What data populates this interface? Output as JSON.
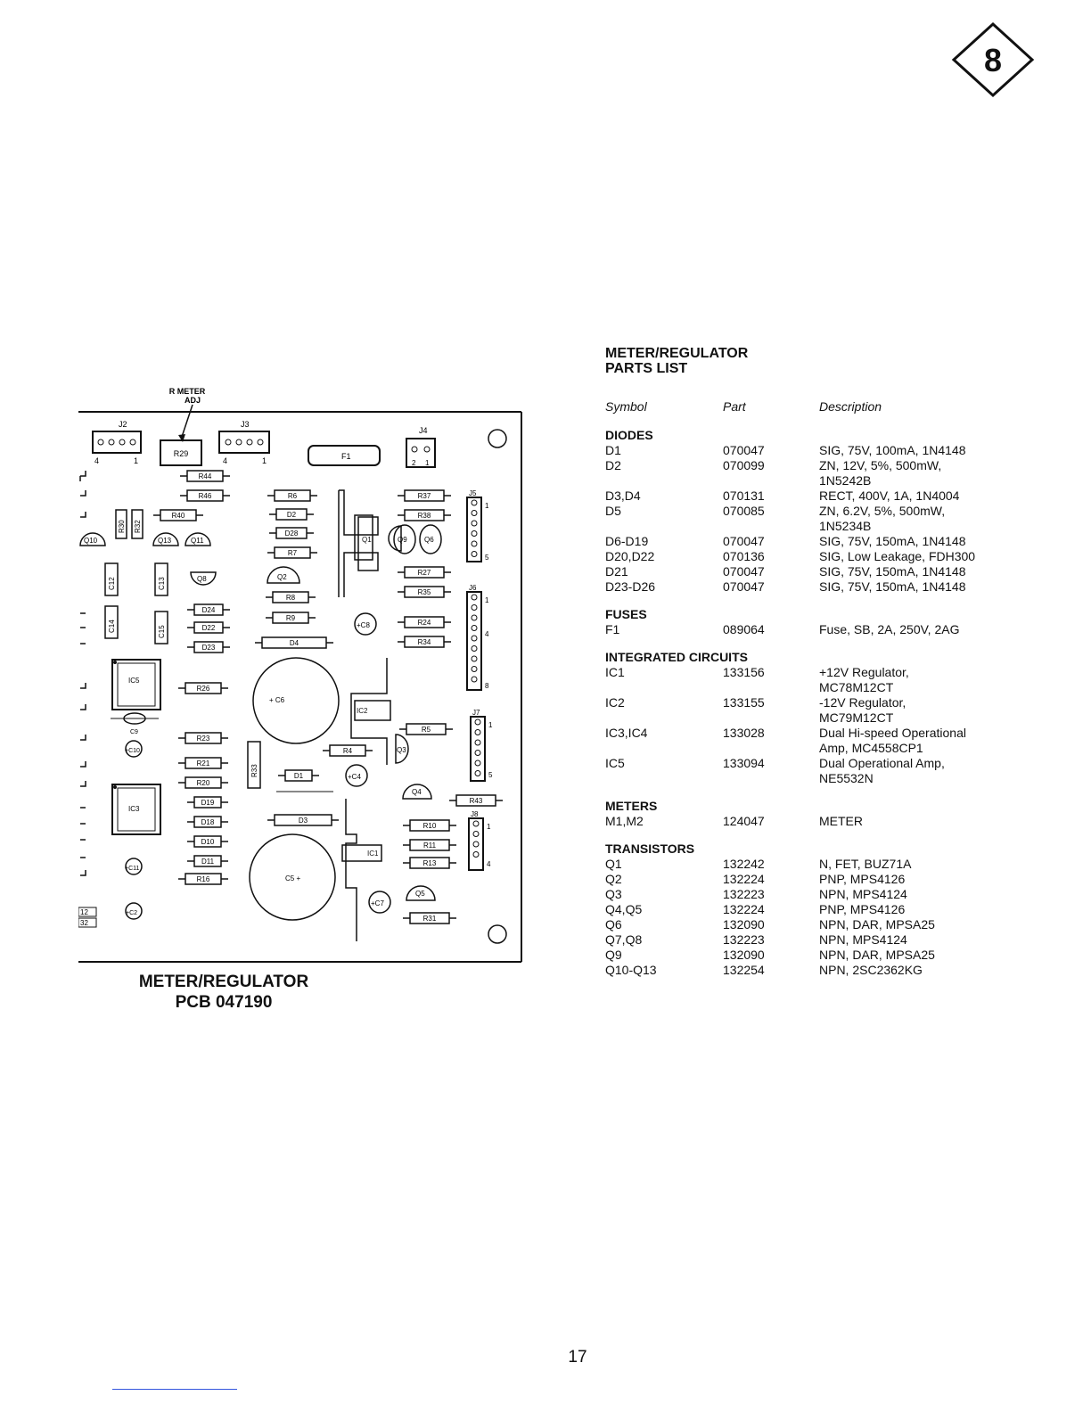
{
  "badge": {
    "number": "8"
  },
  "pcb": {
    "adjust_label_1": "R METER",
    "adjust_label_2": "ADJ",
    "title_line1": "METER/REGULATOR",
    "title_line2": "PCB 047190",
    "labels": {
      "J2": "J2",
      "J3": "J3",
      "J4": "J4",
      "J5": "J5",
      "J6": "J6",
      "J7": "J7",
      "J8": "J8",
      "R29": "R29",
      "F1": "F1",
      "pin4": "4",
      "pin1": "1",
      "pin2": "2",
      "pin5": "5",
      "pin8": "8",
      "R44": "R44",
      "R46": "R46",
      "R40": "R40",
      "R30": "R30",
      "R32": "R32",
      "Q10": "Q10",
      "Q13": "Q13",
      "Q11": "Q11",
      "R6": "R6",
      "D2": "D2",
      "D28": "D28",
      "R7": "R7",
      "Q1": "Q1",
      "Q9": "Q9",
      "Q6": "Q6",
      "R37": "R37",
      "R38": "R38",
      "R27": "R27",
      "R35": "R35",
      "C12": "C12",
      "C13": "C13",
      "Q8": "Q8",
      "Q2": "Q2",
      "R8": "R8",
      "R9": "R9",
      "C14": "C14",
      "C15": "C15",
      "D24": "D24",
      "D22": "D22",
      "D23": "D23",
      "D4": "D4",
      "C8": "+C8",
      "R24": "R24",
      "R34": "R34",
      "IC5": "IC5",
      "R26": "R26",
      "C6": "+ C6",
      "IC2": "IC2",
      "R5": "R5",
      "C9": "C9",
      "C10": "+C10",
      "R23": "R23",
      "R4": "R4",
      "R21": "R21",
      "R33": "R33",
      "Q3": "Q3",
      "R20": "R20",
      "D1": "D1",
      "C4": "+C4",
      "Q4": "Q4",
      "R43": "R43",
      "IC3": "IC3",
      "D19": "D19",
      "D18": "D18",
      "D3": "D3",
      "D10": "D10",
      "R10": "R10",
      "R11": "R11",
      "D11": "D11",
      "IC1": "IC1",
      "R13": "R13",
      "C11": "+C11",
      "R16": "R16",
      "C5": "C5 +",
      "C2": "+C2",
      "C7": "+C7",
      "Q5": "Q5",
      "R31": "R31",
      "E12": "12",
      "E32": "32"
    }
  },
  "parts_list": {
    "title_line1": "METER/REGULATOR",
    "title_line2": "PARTS LIST",
    "headers": {
      "symbol": "Symbol",
      "part": "Part",
      "description": "Description"
    },
    "sections": [
      {
        "name": "DIODES",
        "rows": [
          {
            "symbol": "D1",
            "part": "070047",
            "description": [
              "SIG, 75V, 100mA, 1N4148"
            ]
          },
          {
            "symbol": "D2",
            "part": "070099",
            "description": [
              "ZN, 12V, 5%, 500mW,",
              "1N5242B"
            ]
          },
          {
            "symbol": "D3,D4",
            "part": "070131",
            "description": [
              "RECT, 400V, 1A, 1N4004"
            ]
          },
          {
            "symbol": "D5",
            "part": "070085",
            "description": [
              "ZN, 6.2V, 5%, 500mW,",
              "1N5234B"
            ]
          },
          {
            "symbol": "D6-D19",
            "part": "070047",
            "description": [
              "SIG, 75V, 150mA, 1N4148"
            ]
          },
          {
            "symbol": "D20,D22",
            "part": "070136",
            "description": [
              "SIG, Low Leakage, FDH300"
            ]
          },
          {
            "symbol": "D21",
            "part": "070047",
            "description": [
              "SIG, 75V, 150mA, 1N4148"
            ]
          },
          {
            "symbol": "D23-D26",
            "part": "070047",
            "description": [
              "SIG, 75V, 150mA, 1N4148"
            ]
          }
        ]
      },
      {
        "name": "FUSES",
        "rows": [
          {
            "symbol": "F1",
            "part": "089064",
            "description": [
              "Fuse, SB, 2A, 250V, 2AG"
            ]
          }
        ]
      },
      {
        "name": "INTEGRATED CIRCUITS",
        "rows": [
          {
            "symbol": "IC1",
            "part": "133156",
            "description": [
              "+12V Regulator,",
              "MC78M12CT"
            ]
          },
          {
            "symbol": "IC2",
            "part": "133155",
            "description": [
              "-12V Regulator,",
              "MC79M12CT"
            ]
          },
          {
            "symbol": "IC3,IC4",
            "part": "133028",
            "description": [
              "Dual Hi-speed Operational",
              "Amp, MC4558CP1"
            ]
          },
          {
            "symbol": "IC5",
            "part": "133094",
            "description": [
              "Dual Operational Amp,",
              "NE5532N"
            ]
          }
        ]
      },
      {
        "name": "METERS",
        "rows": [
          {
            "symbol": "M1,M2",
            "part": "124047",
            "description": [
              "METER"
            ]
          }
        ]
      },
      {
        "name": "TRANSISTORS",
        "rows": [
          {
            "symbol": "Q1",
            "part": "132242",
            "description": [
              "N, FET, BUZ71A"
            ]
          },
          {
            "symbol": "Q2",
            "part": "132224",
            "description": [
              "PNP, MPS4126"
            ]
          },
          {
            "symbol": "Q3",
            "part": "132223",
            "description": [
              "NPN, MPS4124"
            ]
          },
          {
            "symbol": "Q4,Q5",
            "part": "132224",
            "description": [
              "PNP, MPS4126"
            ]
          },
          {
            "symbol": "Q6",
            "part": "132090",
            "description": [
              "NPN, DAR, MPSA25"
            ]
          },
          {
            "symbol": "Q7,Q8",
            "part": "132223",
            "description": [
              "NPN, MPS4124"
            ]
          },
          {
            "symbol": "Q9",
            "part": "132090",
            "description": [
              "NPN, DAR, MPSA25"
            ]
          },
          {
            "symbol": "Q10-Q13",
            "part": "132254",
            "description": [
              "NPN, 2SC2362KG"
            ]
          }
        ]
      }
    ]
  },
  "page_number": "17"
}
